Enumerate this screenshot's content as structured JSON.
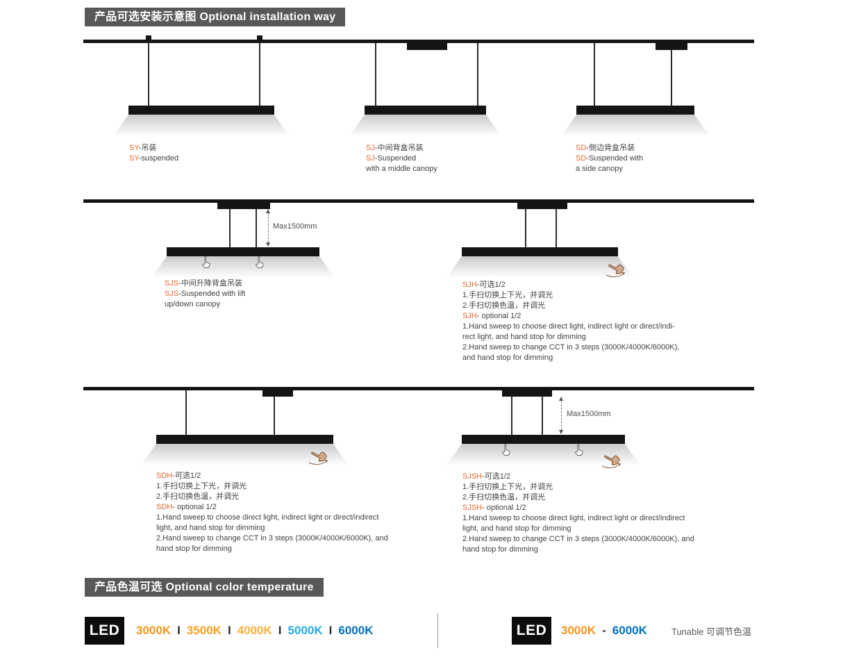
{
  "colors": {
    "accent": "#e8632c",
    "badge_bg": "#57585a",
    "text": "#3f3f3f",
    "track": "#141414",
    "divider": "#9c9c9c"
  },
  "headers": {
    "installation": "产品可选安装示意图 Optional installation way",
    "color_temperature": "产品色温可选 Optional color temperature"
  },
  "annotations": {
    "max_drop": "Max1500mm"
  },
  "diagrams": {
    "sy": {
      "code": "SY",
      "cn_rest": "-吊装",
      "en_rest": "-suspended"
    },
    "sj": {
      "code": "SJ",
      "cn_rest": "-中间背盒吊装",
      "en_rest": "-Suspended",
      "en_line2": "with a middle canopy"
    },
    "sd": {
      "code": "SD",
      "cn_rest": "-侧边背盒吊装",
      "en_rest": "-Suspended with",
      "en_line2": "a side canopy"
    },
    "sjs": {
      "code": "SJS",
      "cn_rest": "-中间升降背盒吊装",
      "en_rest": "-Suspended with lift",
      "en_line2": "up/down canopy"
    },
    "sjh": {
      "code": "SJH",
      "cn_rest": "-可选1/2",
      "cn_point1": "1.手扫切换上下光，并调光",
      "cn_point2": "2.手扫切换色温，并调光",
      "en_rest": "- optional 1/2",
      "en_lines": [
        "1.Hand sweep to choose direct light, indirect light or direct/indi-",
        "rect light, and hand stop for dimming",
        "2.Hand sweep to change CCT in 3 steps (3000K/4000K/6000K),",
        "and hand stop for dimming"
      ]
    },
    "sdh": {
      "code": "SDH",
      "cn_rest": "-可选1/2",
      "cn_point1": "1.手扫切换上下光，并调光",
      "cn_point2": "2.手扫切换色温，并调光",
      "en_rest": "- optional 1/2",
      "en_lines": [
        "1.Hand sweep to choose direct light, indirect light or direct/indirect",
        "light, and hand stop for dimming",
        "2.Hand sweep to change CCT in 3 steps (3000K/4000K/6000K), and",
        "hand stop for dimming"
      ]
    },
    "sjsh": {
      "code": "SJSH",
      "cn_rest": "-可选1/2",
      "cn_point1": "1.手扫切换上下光，并调光",
      "cn_point2": "2.手扫切换色温，并调光",
      "en_rest": "- optional 1/2",
      "en_lines": [
        "1.Hand sweep to choose direct light, indirect light or direct/indirect",
        "light, and hand stop for dimming",
        "2.Hand sweep to change CCT in 3 steps (3000K/4000K/6000K), and",
        "hand stop for dimming"
      ]
    }
  },
  "color_temp": {
    "led_label": "LED",
    "separator": "I",
    "steps": [
      {
        "label": "3000K",
        "color": "#f7941d"
      },
      {
        "label": "3500K",
        "color": "#f9a11b"
      },
      {
        "label": "4000K",
        "color": "#fbb03b"
      },
      {
        "label": "5000K",
        "color": "#29abe2"
      },
      {
        "label": "6000K",
        "color": "#0071bc"
      }
    ],
    "tunable": {
      "led_label": "LED",
      "from": "3000K",
      "from_color": "#f7941d",
      "dash": "-",
      "to": "6000K",
      "to_color": "#0071bc",
      "note": "Tunable 可调节色温"
    }
  }
}
